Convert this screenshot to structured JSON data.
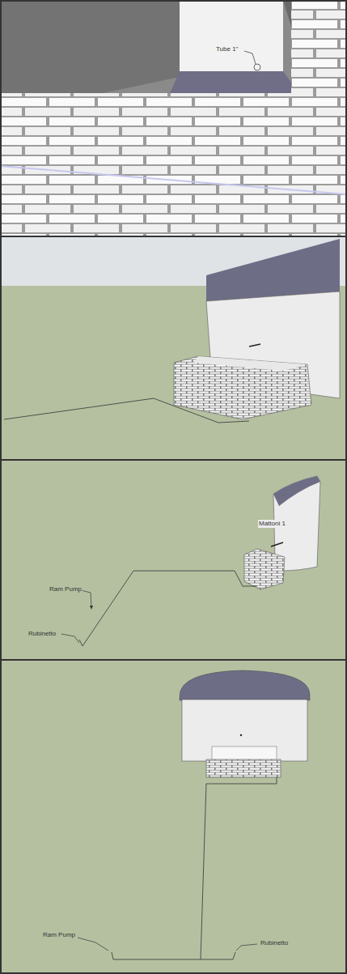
{
  "diagram": {
    "labels": [
      "Tube 1\"",
      "Mattoni 1",
      "Ram Pump",
      "Rubinetto",
      "Ram Pump",
      "Rubinetto"
    ]
  }
}
